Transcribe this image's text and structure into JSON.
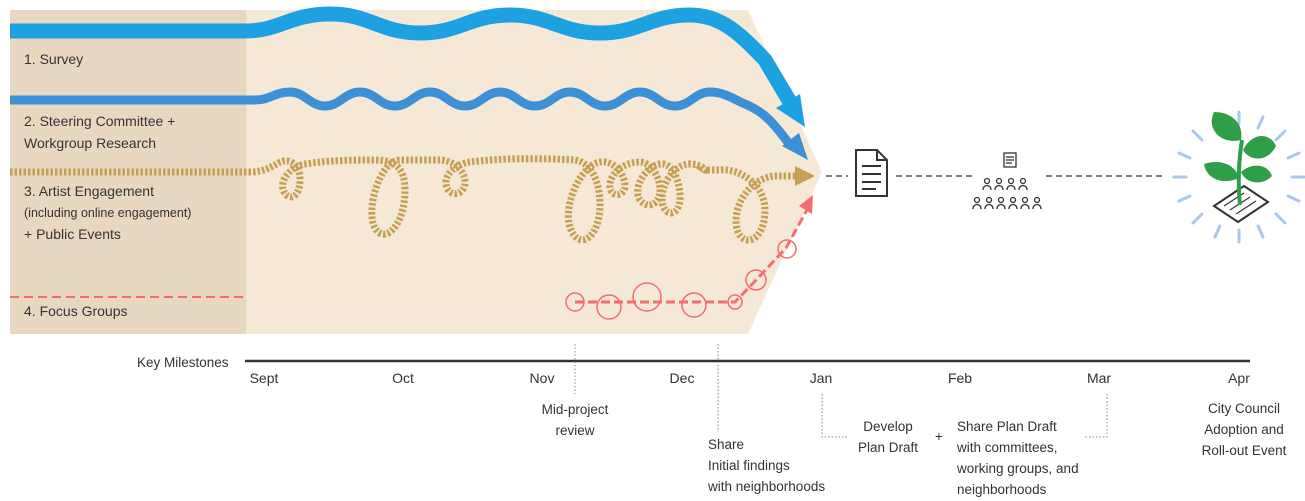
{
  "workstreams": {
    "survey": {
      "label": "1. Survey"
    },
    "steering": {
      "label_line1": "2. Steering Committee +",
      "label_line2": "Workgroup Research"
    },
    "artist": {
      "label_line1": "3. Artist Engagement",
      "label_line2": "(including online engagement)",
      "label_line3": "+ Public Events"
    },
    "focus": {
      "label": "4. Focus Groups"
    }
  },
  "timeline": {
    "title": "Key Milestones",
    "months": [
      "Sept",
      "Oct",
      "Nov",
      "Dec",
      "Jan",
      "Feb",
      "Mar",
      "Apr"
    ]
  },
  "milestones": {
    "mid_review": {
      "line1": "Mid-project",
      "line2": "review"
    },
    "share_findings": {
      "line1": "Share",
      "line2": "Initial findings",
      "line3": "with neighborhoods"
    },
    "develop_draft": {
      "line1": "Develop",
      "line2": "Plan Draft"
    },
    "plus": "+",
    "share_draft": {
      "line1": "Share Plan Draft",
      "line2": "with committees,",
      "line3": "working groups, and",
      "line4": "neighborhoods"
    },
    "adoption": {
      "line1": "City Council",
      "line2": "Adoption and",
      "line3": "Roll-out Event"
    }
  },
  "colors": {
    "panel": "#f5e8d7",
    "label_column": "#e8d8c2",
    "survey": "#1da1e2",
    "steering": "#3d8fd6",
    "artist": "#c4a052",
    "focus": "#f26d6d",
    "plant": "#2e9e48",
    "halo": "#a9c7ea"
  },
  "icons": [
    "document-icon",
    "meeting-group-icon",
    "plant-icon"
  ]
}
